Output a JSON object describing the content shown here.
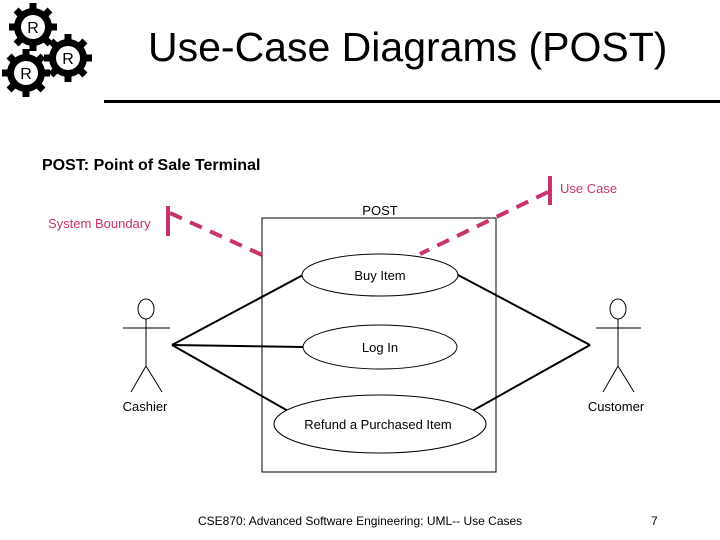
{
  "header": {
    "title": "Use-Case Diagrams (POST)",
    "logo_letters": [
      "R",
      "R",
      "R"
    ]
  },
  "subtitle": "POST: Point of Sale Terminal",
  "diagram": {
    "system_name": "POST",
    "system_boundary_label": "System Boundary",
    "use_case_label": "Use Case",
    "use_cases": [
      "Buy Item",
      "Log In",
      "Refund a Purchased Item"
    ],
    "actors": [
      "Cashier",
      "Customer"
    ],
    "colors": {
      "annotation": "#c8326e",
      "line": "#000000"
    }
  },
  "footer": {
    "course": "CSE870: Advanced Software Engineering: UML-- Use Cases",
    "page_number": "7"
  }
}
